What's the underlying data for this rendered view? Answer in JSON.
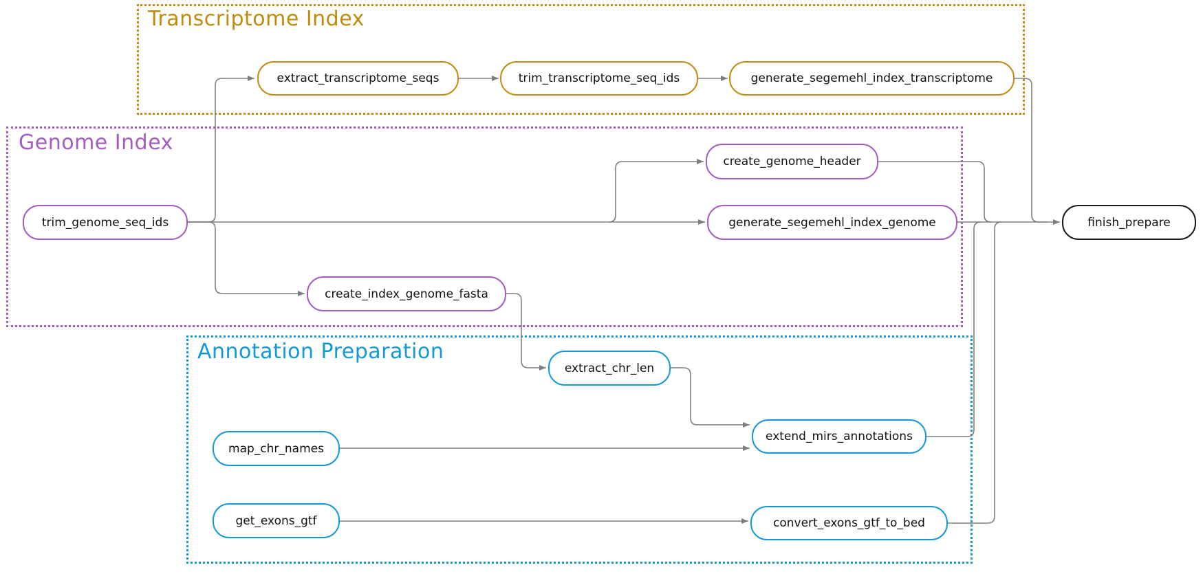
{
  "diagram": {
    "kind": "workflow-rulegraph",
    "colors": {
      "edge": "#7f7f7f",
      "final_node_border": "#1a1a1a",
      "node_text": "#111111",
      "background": "#ffffff"
    },
    "groups": [
      {
        "id": "transcriptome-index",
        "title": "Transcriptome Index",
        "color": "#c18c0e"
      },
      {
        "id": "genome-index",
        "title": "Genome Index",
        "color": "#a35dc0"
      },
      {
        "id": "annotation-preparation",
        "title": "Annotation Preparation",
        "color": "#1299d8"
      }
    ],
    "nodes": [
      {
        "id": "extract_transcriptome_seqs",
        "label": "extract_transcriptome_seqs",
        "group": "transcriptome-index"
      },
      {
        "id": "trim_transcriptome_seq_ids",
        "label": "trim_transcriptome_seq_ids",
        "group": "transcriptome-index"
      },
      {
        "id": "generate_segemehl_index_transcriptome",
        "label": "generate_segemehl_index_transcriptome",
        "group": "transcriptome-index"
      },
      {
        "id": "trim_genome_seq_ids",
        "label": "trim_genome_seq_ids",
        "group": "genome-index"
      },
      {
        "id": "create_genome_header",
        "label": "create_genome_header",
        "group": "genome-index"
      },
      {
        "id": "generate_segemehl_index_genome",
        "label": "generate_segemehl_index_genome",
        "group": "genome-index"
      },
      {
        "id": "create_index_genome_fasta",
        "label": "create_index_genome_fasta",
        "group": "genome-index"
      },
      {
        "id": "extract_chr_len",
        "label": "extract_chr_len",
        "group": "annotation-preparation"
      },
      {
        "id": "extend_mirs_annotations",
        "label": "extend_mirs_annotations",
        "group": "annotation-preparation"
      },
      {
        "id": "map_chr_names",
        "label": "map_chr_names",
        "group": "annotation-preparation"
      },
      {
        "id": "get_exons_gtf",
        "label": "get_exons_gtf",
        "group": "annotation-preparation"
      },
      {
        "id": "convert_exons_gtf_to_bed",
        "label": "convert_exons_gtf_to_bed",
        "group": "annotation-preparation"
      },
      {
        "id": "finish_prepare",
        "label": "finish_prepare",
        "group": null
      }
    ],
    "edges": [
      {
        "from": "trim_genome_seq_ids",
        "to": "extract_transcriptome_seqs"
      },
      {
        "from": "extract_transcriptome_seqs",
        "to": "trim_transcriptome_seq_ids"
      },
      {
        "from": "trim_transcriptome_seq_ids",
        "to": "generate_segemehl_index_transcriptome"
      },
      {
        "from": "generate_segemehl_index_transcriptome",
        "to": "finish_prepare"
      },
      {
        "from": "trim_genome_seq_ids",
        "to": "create_genome_header"
      },
      {
        "from": "trim_genome_seq_ids",
        "to": "generate_segemehl_index_genome"
      },
      {
        "from": "trim_genome_seq_ids",
        "to": "create_index_genome_fasta"
      },
      {
        "from": "create_genome_header",
        "to": "finish_prepare"
      },
      {
        "from": "generate_segemehl_index_genome",
        "to": "finish_prepare"
      },
      {
        "from": "create_index_genome_fasta",
        "to": "extract_chr_len"
      },
      {
        "from": "extract_chr_len",
        "to": "extend_mirs_annotations"
      },
      {
        "from": "map_chr_names",
        "to": "extend_mirs_annotations"
      },
      {
        "from": "extend_mirs_annotations",
        "to": "finish_prepare"
      },
      {
        "from": "get_exons_gtf",
        "to": "convert_exons_gtf_to_bed"
      },
      {
        "from": "convert_exons_gtf_to_bed",
        "to": "finish_prepare"
      }
    ]
  }
}
